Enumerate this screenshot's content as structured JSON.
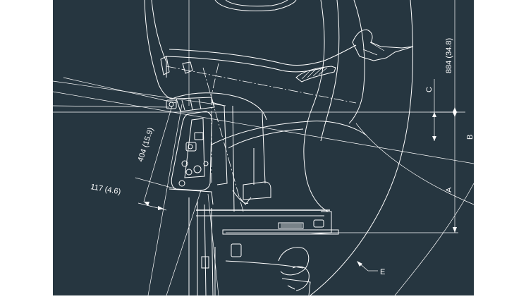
{
  "colors": {
    "background": "#ffffff",
    "drawing_panel": "#263640",
    "line": "#ffffff"
  },
  "dimensions": {
    "top_vertical": "884  (34.8)",
    "c_label": "C",
    "b_label": "B",
    "a_label": "A",
    "e_label": "E",
    "diag_404": "404  (15.9)",
    "diag_117": "117  (4.6)"
  }
}
